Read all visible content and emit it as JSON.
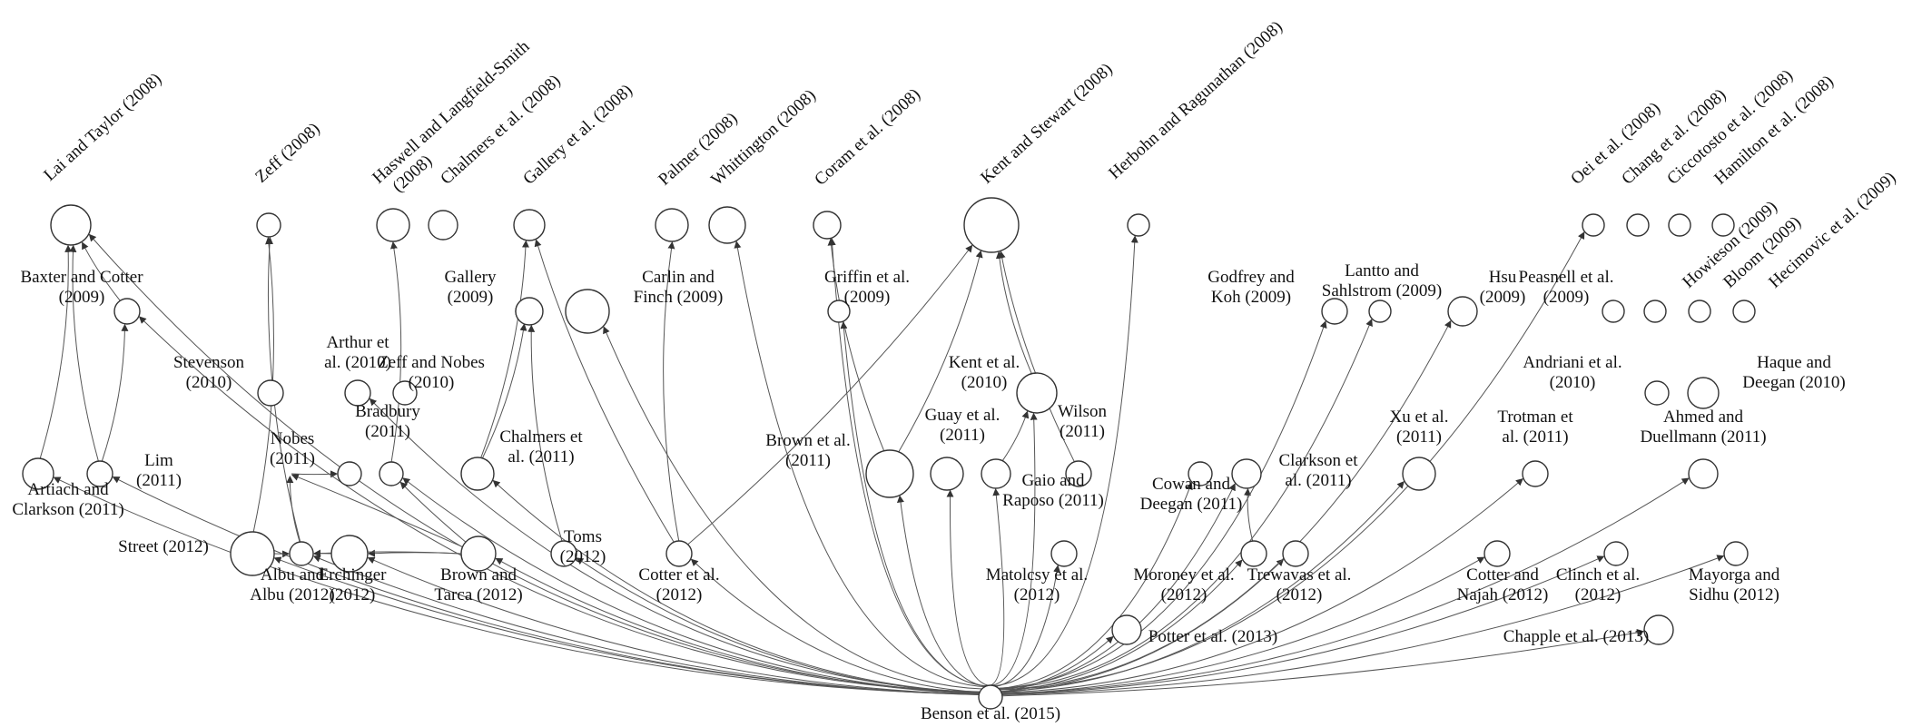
{
  "diagram": {
    "nodes": [
      {
        "id": "lai_taylor",
        "label": [
          "Lai and Taylor (2008)"
        ],
        "rotated": true
      },
      {
        "id": "zeff2008",
        "label": [
          "Zeff (2008)"
        ],
        "rotated": true
      },
      {
        "id": "haswell",
        "label": [
          "Haswell and Langfield-Smith",
          "(2008)"
        ],
        "rotated": true
      },
      {
        "id": "chalmers2008",
        "label": [
          "Chalmers et al. (2008)"
        ],
        "rotated": true
      },
      {
        "id": "gallery2008",
        "label": [
          "Gallery et al. (2008)"
        ],
        "rotated": true
      },
      {
        "id": "palmer2008",
        "label": [
          "Palmer (2008)"
        ],
        "rotated": true
      },
      {
        "id": "whittington2008",
        "label": [
          "Whittington (2008)"
        ],
        "rotated": true
      },
      {
        "id": "coram2008",
        "label": [
          "Coram et al. (2008)"
        ],
        "rotated": true
      },
      {
        "id": "kent_stewart",
        "label": [
          "Kent and Stewart (2008)"
        ],
        "rotated": true
      },
      {
        "id": "herbohn",
        "label": [
          "Herbohn and Ragunathan (2008)"
        ],
        "rotated": true
      },
      {
        "id": "oei2008",
        "label": [
          "Oei et al. (2008)"
        ],
        "rotated": true
      },
      {
        "id": "chang2008",
        "label": [
          "Chang et al. (2008)"
        ],
        "rotated": true
      },
      {
        "id": "ciccotosto2008",
        "label": [
          "Ciccotosto et al. (2008)"
        ],
        "rotated": true
      },
      {
        "id": "hamilton2008",
        "label": [
          "Hamilton et al. (2008)"
        ],
        "rotated": true
      },
      {
        "id": "howieson2009",
        "label": [
          "Howieson (2009)"
        ],
        "rotated": true
      },
      {
        "id": "bloom2009",
        "label": [
          "Bloom (2009)"
        ],
        "rotated": true
      },
      {
        "id": "hecimovic2009",
        "label": [
          "Hecimovic et al. (2009)"
        ],
        "rotated": true
      },
      {
        "id": "baxter_cotter",
        "label": [
          "Baxter and Cotter",
          "(2009)"
        ]
      },
      {
        "id": "gallery2009",
        "label": [
          "Gallery",
          "(2009)"
        ]
      },
      {
        "id": "carlin_finch",
        "label": [
          "Carlin and",
          "Finch (2009)"
        ]
      },
      {
        "id": "griffin2009",
        "label": [
          "Griffin et al.",
          "(2009)"
        ]
      },
      {
        "id": "godfrey_koh",
        "label": [
          "Godfrey and",
          "Koh (2009)"
        ]
      },
      {
        "id": "lantto",
        "label": [
          "Lantto and",
          "Sahlstrom (2009)"
        ]
      },
      {
        "id": "hsu2009",
        "label": [
          "Hsu",
          "(2009)"
        ]
      },
      {
        "id": "peasnell2009",
        "label": [
          "Peasnell et al.",
          "(2009)"
        ]
      },
      {
        "id": "arthur2010",
        "label": [
          "Arthur et",
          "al. (2010)"
        ]
      },
      {
        "id": "stevenson2010",
        "label": [
          "Stevenson",
          "(2010)"
        ]
      },
      {
        "id": "zeff_nobes",
        "label": [
          "Zeff and Nobes",
          "(2010)"
        ]
      },
      {
        "id": "kent2010",
        "label": [
          "Kent et al.",
          "(2010)"
        ]
      },
      {
        "id": "andriani2010",
        "label": [
          "Andriani et al.",
          "(2010)"
        ]
      },
      {
        "id": "haque_deegan",
        "label": [
          "Haque and",
          "Deegan (2010)"
        ]
      },
      {
        "id": "bradbury2011",
        "label": [
          "Bradbury",
          "(2011)"
        ]
      },
      {
        "id": "lim2011",
        "label": [
          "Lim",
          "(2011)"
        ]
      },
      {
        "id": "nobes2011",
        "label": [
          "Nobes",
          "(2011)"
        ]
      },
      {
        "id": "chalmers2011",
        "label": [
          "Chalmers et",
          "al. (2011)"
        ]
      },
      {
        "id": "brown2011",
        "label": [
          "Brown et al.",
          "(2011)"
        ]
      },
      {
        "id": "guay2011",
        "label": [
          "Guay et al.",
          "(2011)"
        ]
      },
      {
        "id": "wilson2011",
        "label": [
          "Wilson",
          "(2011)"
        ]
      },
      {
        "id": "gaio_raposo",
        "label": [
          "Gaio and",
          "Raposo (2011)"
        ]
      },
      {
        "id": "cowan_deegan",
        "label": [
          "Cowan and",
          "Deegan (2011)"
        ]
      },
      {
        "id": "clarkson2011",
        "label": [
          "Clarkson et",
          "al. (2011)"
        ]
      },
      {
        "id": "xu2011",
        "label": [
          "Xu et al.",
          "(2011)"
        ]
      },
      {
        "id": "trotman2011",
        "label": [
          "Trotman et",
          "al. (2011)"
        ]
      },
      {
        "id": "ahmed_duellmann",
        "label": [
          "Ahmed and",
          "Duellmann (2011)"
        ]
      },
      {
        "id": "artiach_clarkson",
        "label": [
          "Artiach and",
          "Clarkson (2011)"
        ]
      },
      {
        "id": "street2012",
        "label": [
          "Street (2012)"
        ]
      },
      {
        "id": "albu2012",
        "label": [
          "Albu and",
          "Albu (2012)"
        ]
      },
      {
        "id": "erchinger2012",
        "label": [
          "Erchinger",
          "(2012)"
        ]
      },
      {
        "id": "brown_tarca",
        "label": [
          "Brown and",
          "Tarca (2012)"
        ]
      },
      {
        "id": "toms2012",
        "label": [
          "Toms",
          "(2012)"
        ]
      },
      {
        "id": "cotter2012",
        "label": [
          "Cotter et al.",
          "(2012)"
        ]
      },
      {
        "id": "matolcsy2012",
        "label": [
          "Matolcsy et al.",
          "(2012)"
        ]
      },
      {
        "id": "moroney2012",
        "label": [
          "Moroney et al.",
          "(2012)"
        ]
      },
      {
        "id": "trewavas2012",
        "label": [
          "Trewavas et al.",
          "(2012)"
        ]
      },
      {
        "id": "cotter_najah",
        "label": [
          "Cotter and",
          "Najah (2012)"
        ]
      },
      {
        "id": "clinch2012",
        "label": [
          "Clinch et al.",
          "(2012)"
        ]
      },
      {
        "id": "mayorga_sidhu",
        "label": [
          "Mayorga and",
          "Sidhu (2012)"
        ]
      },
      {
        "id": "potter2013",
        "label": [
          "Potter et al. (2013)"
        ]
      },
      {
        "id": "chapple2013",
        "label": [
          "Chapple et al. (2013)"
        ]
      },
      {
        "id": "benson2015",
        "label": [
          "Benson et al. (2015)"
        ]
      },
      {
        "id": "n_bradbury_circle",
        "label": []
      },
      {
        "id": "n_gallery_mid",
        "label": []
      },
      {
        "id": "n_large_mid",
        "label": []
      }
    ],
    "edges": [
      [
        "baxter_cotter",
        "lai_taylor"
      ],
      [
        "artiach_clarkson",
        "lai_taylor"
      ],
      [
        "lim2011",
        "baxter_cotter"
      ],
      [
        "lim2011",
        "lai_taylor"
      ],
      [
        "street2012",
        "zeff2008"
      ],
      [
        "albu2012",
        "zeff2008"
      ],
      [
        "bradbury2011",
        "haswell"
      ],
      [
        "chalmers2011",
        "gallery2008"
      ],
      [
        "chalmers2011",
        "gallery2009"
      ],
      [
        "toms2012",
        "n_gallery_mid"
      ],
      [
        "cotter2012",
        "gallery2008"
      ],
      [
        "cotter2012",
        "palmer2008"
      ],
      [
        "cotter2012",
        "kent_stewart"
      ],
      [
        "brown2011",
        "kent_stewart"
      ],
      [
        "kent2010",
        "kent_stewart"
      ],
      [
        "wilson2011",
        "kent_stewart"
      ],
      [
        "gaio_raposo",
        "kent2010"
      ],
      [
        "brown2011",
        "coram2008"
      ],
      [
        "moroney2012",
        "clarkson2011"
      ],
      [
        "brown_tarca",
        "erchinger2012"
      ],
      [
        "brown_tarca",
        "bradbury2011"
      ],
      [
        "brown_tarca",
        "nobes2011"
      ],
      [
        "erchinger2012",
        "albu2012"
      ],
      [
        "albu2012",
        "nobes2011"
      ],
      [
        "street2012",
        "albu2012"
      ],
      [
        "brown_tarca",
        "albu2012"
      ],
      [
        "nobes2011",
        "n_bradbury_circle"
      ],
      [
        "benson2015",
        "street2012"
      ],
      [
        "benson2015",
        "albu2012"
      ],
      [
        "benson2015",
        "erchinger2012"
      ],
      [
        "benson2015",
        "brown_tarca"
      ],
      [
        "benson2015",
        "toms2012"
      ],
      [
        "benson2015",
        "cotter2012"
      ],
      [
        "benson2015",
        "matolcsy2012"
      ],
      [
        "benson2015",
        "moroney2012"
      ],
      [
        "benson2015",
        "trewavas2012"
      ],
      [
        "benson2015",
        "cotter_najah"
      ],
      [
        "benson2015",
        "clinch2012"
      ],
      [
        "benson2015",
        "mayorga_sidhu"
      ],
      [
        "benson2015",
        "potter2013"
      ],
      [
        "benson2015",
        "chapple2013"
      ],
      [
        "benson2015",
        "lai_taylor"
      ],
      [
        "benson2015",
        "artiach_clarkson"
      ],
      [
        "benson2015",
        "baxter_cotter"
      ],
      [
        "benson2015",
        "lim2011"
      ],
      [
        "benson2015",
        "chalmers2011"
      ],
      [
        "benson2015",
        "brown2011"
      ],
      [
        "benson2015",
        "guay2011"
      ],
      [
        "benson2015",
        "gaio_raposo"
      ],
      [
        "benson2015",
        "kent2010"
      ],
      [
        "benson2015",
        "herbohn"
      ],
      [
        "benson2015",
        "whittington2008"
      ],
      [
        "benson2015",
        "coram2008"
      ],
      [
        "benson2015",
        "griffin2009"
      ],
      [
        "benson2015",
        "n_large_mid"
      ],
      [
        "benson2015",
        "godfrey_koh"
      ],
      [
        "benson2015",
        "lantto"
      ],
      [
        "benson2015",
        "hsu2009"
      ],
      [
        "benson2015",
        "xu2011"
      ],
      [
        "benson2015",
        "trotman2011"
      ],
      [
        "benson2015",
        "oei2008"
      ],
      [
        "benson2015",
        "ahmed_duellmann"
      ],
      [
        "benson2015",
        "cowan_deegan"
      ],
      [
        "benson2015",
        "clarkson2011"
      ],
      [
        "benson2015",
        "bradbury2011"
      ],
      [
        "benson2015",
        "arthur2010"
      ]
    ]
  }
}
